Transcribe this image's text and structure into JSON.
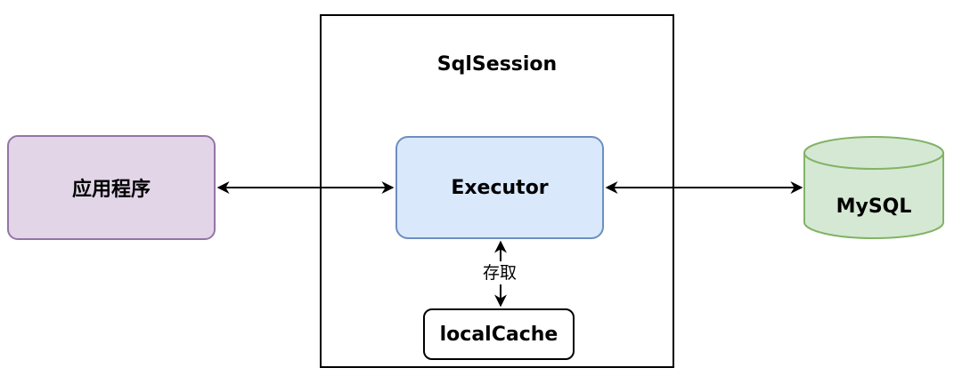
{
  "diagram": {
    "container": {
      "title": "SqlSession"
    },
    "nodes": {
      "app": {
        "label": "应用程序",
        "fill": "#e1d5e7",
        "stroke": "#9673a6"
      },
      "executor": {
        "label": "Executor",
        "fill": "#dae8fc",
        "stroke": "#6c8ebf"
      },
      "cache": {
        "label": "localCache",
        "fill": "#ffffff",
        "stroke": "#000000"
      },
      "database": {
        "label": "MySQL",
        "fill": "#d5e8d4",
        "stroke": "#82b366"
      }
    },
    "edges": [
      {
        "from": "app",
        "to": "executor",
        "direction": "both"
      },
      {
        "from": "executor",
        "to": "database",
        "direction": "both"
      },
      {
        "from": "executor",
        "to": "cache",
        "direction": "both",
        "label": "存取"
      }
    ]
  }
}
